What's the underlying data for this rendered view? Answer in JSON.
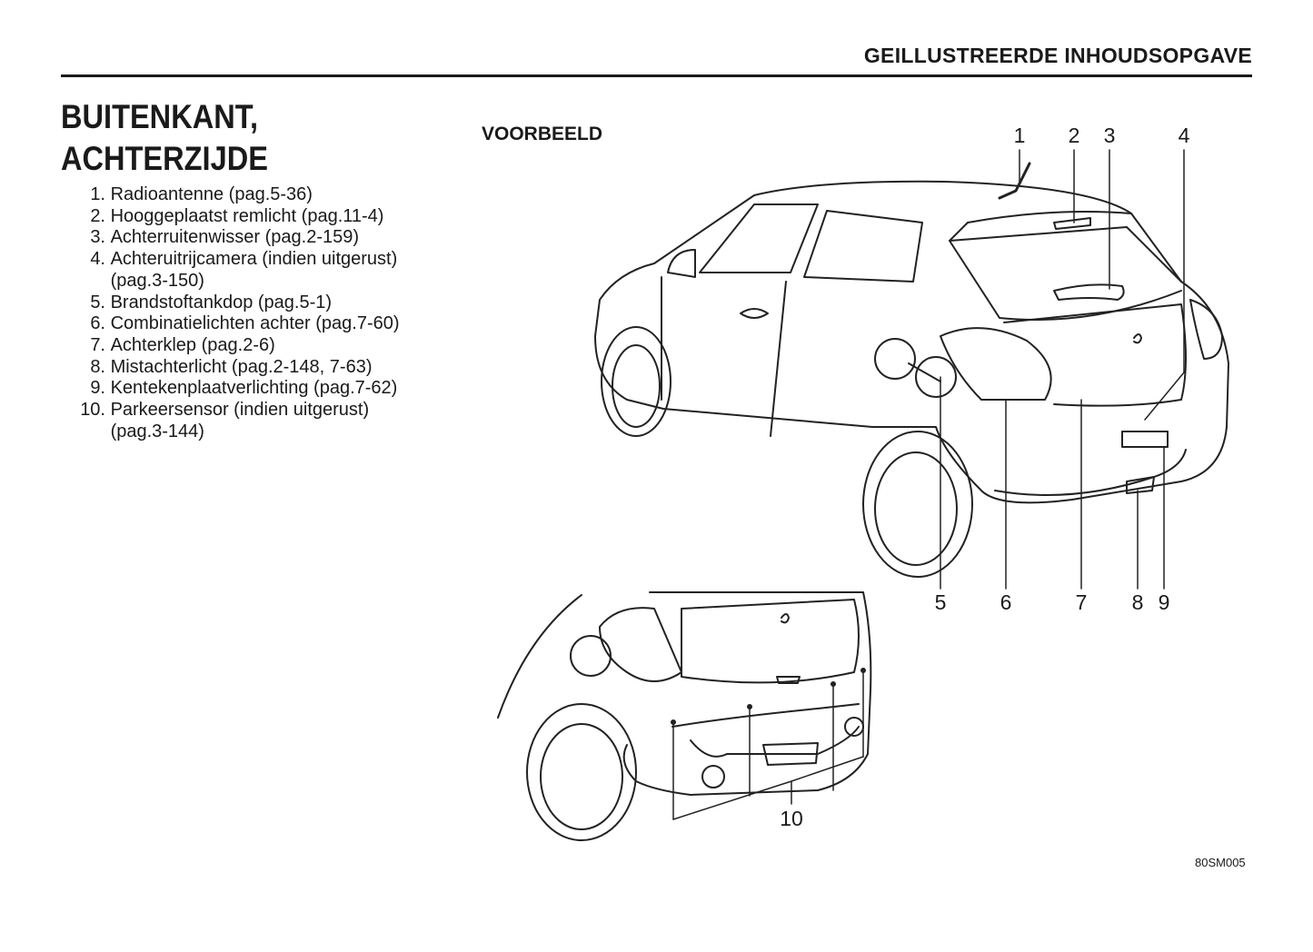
{
  "header": {
    "section_title": "GEILLUSTREERDE INHOUDSOPGAVE"
  },
  "page": {
    "title_line1": "BUITENKANT,",
    "title_line2": "ACHTERZIJDE",
    "items": [
      {
        "num": "1.",
        "text": "Radioantenne (pag.5-36)"
      },
      {
        "num": "2.",
        "text": "Hooggeplaatst remlicht (pag.11-4)"
      },
      {
        "num": "3.",
        "text": "Achterruitenwisser (pag.2-159)"
      },
      {
        "num": "4.",
        "text": "Achteruitrijcamera (indien uitgerust)"
      },
      {
        "num": "",
        "text": "(pag.3-150)"
      },
      {
        "num": "5.",
        "text": "Brandstoftankdop (pag.5-1)"
      },
      {
        "num": "6.",
        "text": "Combinatielichten achter (pag.7-60)"
      },
      {
        "num": "7.",
        "text": "Achterklep (pag.2-6)"
      },
      {
        "num": "8.",
        "text": "Mistachterlicht (pag.2-148, 7-63)"
      },
      {
        "num": "9.",
        "text": "Kentekenplaatverlichting (pag.7-62)"
      },
      {
        "num": "10.",
        "text": "Parkeersensor (indien uitgerust)"
      },
      {
        "num": "",
        "text": "(pag.3-144)"
      }
    ]
  },
  "figure": {
    "label": "VOORBEELD",
    "callouts": [
      "1",
      "2",
      "3",
      "4",
      "5",
      "6",
      "7",
      "8",
      "9",
      "10"
    ],
    "code": "80SM005"
  }
}
